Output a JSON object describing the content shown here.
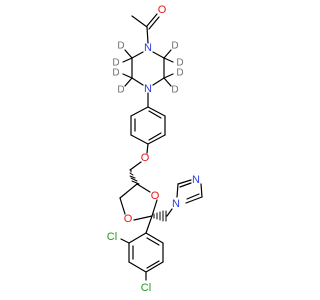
{
  "molecule": {
    "atoms": {
      "acetyl_oxygen": "O",
      "piperazine_n_top": "N",
      "piperazine_n_bottom": "N",
      "ether_oxygen": "O",
      "dioxolane_o_right": "O",
      "dioxolane_o_left": "O",
      "imidazole_n1": "N",
      "imidazole_n3": "N",
      "chlorine_ortho": "Cl",
      "chlorine_para": "Cl",
      "deuterium": "D"
    },
    "colors": {
      "bond": "#000000",
      "oxygen": "#e8161b",
      "nitrogen": "#2a3ce6",
      "chlorine": "#1d9b1d",
      "hydrogen_isotope": "#707070"
    }
  }
}
